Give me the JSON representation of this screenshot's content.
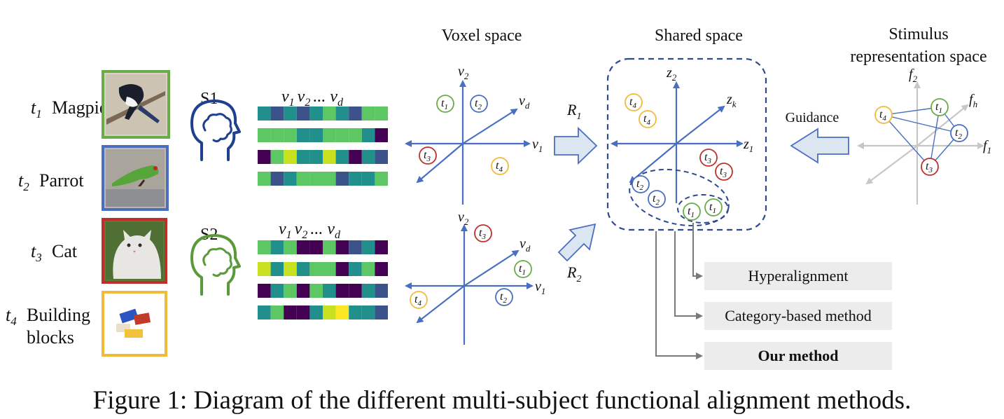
{
  "stimuli": [
    {
      "sub": "1",
      "name": "Magpie",
      "color": "#6aab4a",
      "icon": "magpie-photo"
    },
    {
      "sub": "2",
      "name": "Parrot",
      "color": "#4a6fc1",
      "icon": "parrot-photo"
    },
    {
      "sub": "3",
      "name": "Cat",
      "color": "#c0302a",
      "icon": "cat-photo"
    },
    {
      "sub": "4",
      "name_line1": "Building",
      "name_line2": "blocks",
      "color": "#f0bb3a",
      "icon": "building-blocks-photo"
    }
  ],
  "subjects": [
    {
      "label": "S1",
      "color": "#1f3f8f",
      "icon": "head-brain-icon"
    },
    {
      "label": "S2",
      "color": "#5a9a3a",
      "icon": "head-brain-icon"
    }
  ],
  "voxel_header": {
    "v": "v",
    "s1": "1",
    "s2": "2",
    "dots": "...",
    "sd": "d"
  },
  "headings": {
    "voxel_space": "Voxel space",
    "shared_space": "Shared space",
    "stimulus_line1": "Stimulus",
    "stimulus_line2": "representation space"
  },
  "transforms": {
    "r1": "R",
    "r1_sub": "1",
    "r2": "R",
    "r2_sub": "2"
  },
  "guidance": "Guidance",
  "axes": {
    "v": "v",
    "z": "z",
    "f": "f",
    "s1": "1",
    "s2": "2",
    "sd": "d",
    "sk": "k",
    "sh": "h"
  },
  "tokens": {
    "t": "t",
    "s1": "1",
    "s2": "2",
    "s3": "3",
    "s4": "4"
  },
  "methods": [
    {
      "label": "Hyperalignment",
      "bold": false
    },
    {
      "label": "Category-based method",
      "bold": false
    },
    {
      "label": "Our method",
      "bold": true
    }
  ],
  "colors": {
    "axis": "#4a6fc1",
    "dashed": "#2c4a8f",
    "block_arrow_fill": "#dce6f1",
    "block_arrow_stroke": "#4a6fc1",
    "method_box": "#ececec",
    "grey_axis": "#c7c7c7"
  },
  "caption": "Figure 1: Diagram of the different multi-subject functional alignment methods."
}
